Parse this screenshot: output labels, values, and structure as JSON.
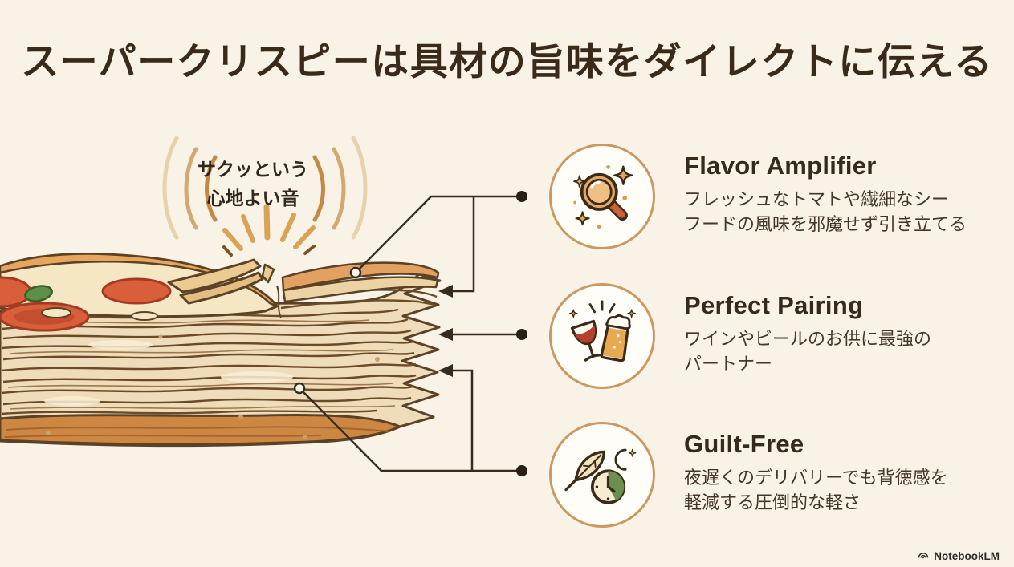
{
  "title": "スーパークリスピーは具材の旨味をダイレクトに伝える",
  "sound_annotation": {
    "line1": "サクッという",
    "line2": "心地よい音",
    "icon": "sound-wave-arcs"
  },
  "illustration": {
    "subject": "super-crispy layered pizza crust cross-section",
    "marker_icons": [
      "anchor-circle-marker",
      "crunch-burst",
      "leader-arrow",
      "leader-dot"
    ]
  },
  "features": [
    {
      "title": "Flavor Amplifier",
      "desc_line1": "フレッシュなトマトや繊細なシー",
      "desc_line2": "フードの風味を邪魔せず引き立てる",
      "icon": "magnifier-sparkles-icon"
    },
    {
      "title": "Perfect Pairing",
      "desc_line1": "ワインやビールのお供に最強の",
      "desc_line2": "パートナー",
      "icon": "wine-beer-toast-icon"
    },
    {
      "title": "Guilt-Free",
      "desc_line1": "夜遅くのデリバリーでも背徳感を",
      "desc_line2": "軽減する圧倒的な軽さ",
      "icon": "feather-moon-clock-icon"
    }
  ],
  "watermark": {
    "label": "NotebookLM",
    "icon": "notebooklm-arcs-icon"
  },
  "colors": {
    "background": "#f8f2e7",
    "title_text": "#392a1a",
    "body_text": "#443729",
    "accent_tan": "#c99960",
    "connector": "#362b1d",
    "crust_outline": "#5b4226",
    "crust_fill": "#eedcba",
    "bottom_crust": "#cd8743",
    "wine_red": "#b5402e",
    "beer_amber": "#e8a953",
    "tomato_red": "#d95f3b",
    "leaf_green": "#6d8f4f"
  }
}
